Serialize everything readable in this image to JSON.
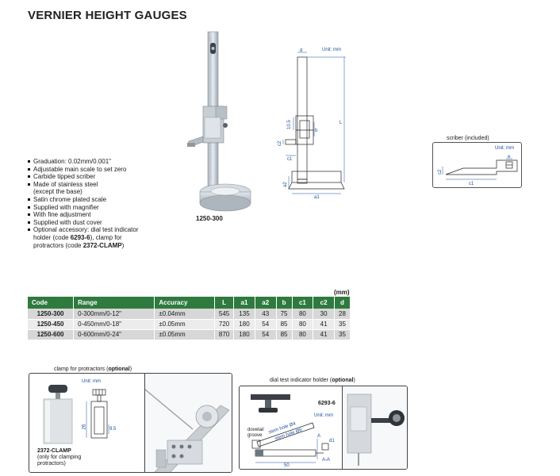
{
  "title": "VERNIER HEIGHT GAUGES",
  "photo_caption": "1250-300",
  "drawing": {
    "unit": "Unit: mm",
    "labels": {
      "d": "d",
      "L": "L",
      "b": "b",
      "ten_five": "10.5",
      "c1": "c1",
      "c2": "c2",
      "a1": "a1",
      "a2": "a2"
    }
  },
  "scriber": {
    "title": "scriber (included)",
    "unit": "Unit: mm",
    "labels": {
      "c1": "c1",
      "c2": "c2",
      "e": "e"
    }
  },
  "features": [
    "Graduation: 0.02mm/0.001\"",
    "Adjustable main scale to set zero",
    "Carbide tipped scriber",
    "Made of stainless steel",
    "(except the base)",
    "Satin chrome plated scale",
    "Supplied with magnifier",
    "With fine adjustment",
    "Supplied with dust cover",
    "Optional accessory: dial test indicator",
    "holder (code 6293-6), clamp for",
    "protractors (code 2372-CLAMP)"
  ],
  "table": {
    "unit_note": "(mm)",
    "headers": [
      "Code",
      "Range",
      "Accuracy",
      "L",
      "a1",
      "a2",
      "b",
      "c1",
      "c2",
      "d"
    ],
    "rows": [
      [
        "1250-300",
        "0-300mm/0-12\"",
        "±0.04mm",
        "545",
        "135",
        "43",
        "75",
        "80",
        "30",
        "28"
      ],
      [
        "1250-450",
        "0-450mm/0-18\"",
        "±0.05mm",
        "720",
        "180",
        "54",
        "85",
        "80",
        "41",
        "35"
      ],
      [
        "1250-600",
        "0-600mm/0-24\"",
        "±0.05mm",
        "870",
        "180",
        "54",
        "85",
        "80",
        "41",
        "35"
      ]
    ]
  },
  "clamp": {
    "title_prefix": "clamp for protractors (",
    "title_bold": "optional",
    "title_suffix": ")",
    "unit": "Unit: mm",
    "dim_26": "26",
    "dim_9_5": "9.5",
    "code": "2372-CLAMP",
    "note": "(only for clamping protractors)"
  },
  "dial_holder": {
    "title_prefix": "dial test indicator holder (",
    "title_bold": "optional",
    "title_suffix": ")",
    "code": "6293-6",
    "unit": "Unit: mm",
    "dovetail_1": "dovetail",
    "dovetail_2": "groove",
    "stem_hole_1": "stem hole Ø4",
    "stem_hole_2": "stem hole Ø8",
    "dim_50": "50",
    "section_a": "A",
    "section_aa": "A-A",
    "dim_d1": "d1"
  }
}
